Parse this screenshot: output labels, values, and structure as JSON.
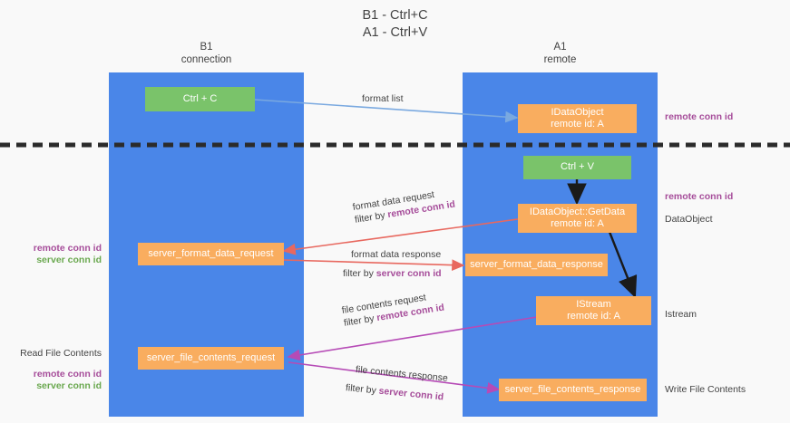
{
  "title": {
    "line1": "B1 - Ctrl+C",
    "line2": "A1 - Ctrl+V"
  },
  "lanes": [
    {
      "id": "b1",
      "name": "B1",
      "role": "connection"
    },
    {
      "id": "a1",
      "name": "A1",
      "role": "remote"
    }
  ],
  "nodes": {
    "ctrl_c": {
      "label": "Ctrl + C"
    },
    "ctrl_v": {
      "label": "Ctrl + V"
    },
    "idataobject": {
      "line1": "IDataObject",
      "line2": "remote id: A"
    },
    "idataobject_getdata": {
      "line1": "IDataObject::GetData",
      "line2": "remote id: A"
    },
    "istream": {
      "line1": "IStream",
      "line2": "remote id: A"
    },
    "server_format_data_request": {
      "label": "server_format_data_request"
    },
    "server_format_data_response": {
      "label": "server_format_data_response"
    },
    "server_file_contents_request": {
      "label": "server_file_contents_request"
    },
    "server_file_contents_response": {
      "label": "server_file_contents_response"
    }
  },
  "edges": {
    "format_list": {
      "label": "format list"
    },
    "format_data_request": {
      "line1": "format data request",
      "filter_prefix": "filter by ",
      "filter_key": "remote conn id"
    },
    "format_data_response": {
      "line1": "format data response",
      "filter_prefix": "filter by ",
      "filter_key": "server conn id"
    },
    "file_contents_request": {
      "line1": "file contents request",
      "filter_prefix": "filter by ",
      "filter_key": "remote conn id"
    },
    "file_contents_response": {
      "line1": "file contents response",
      "filter_prefix": "filter by ",
      "filter_key": "server conn id"
    }
  },
  "annotations": {
    "right_top_remote_conn_id": "remote conn id",
    "right_mid_remote_conn_id": "remote conn id",
    "right_dataobject": "DataObject",
    "right_istream": "Istream",
    "right_write_file_contents": "Write File Contents",
    "left_remote_conn_id": "remote conn id",
    "left_server_conn_id": "server conn id",
    "left_read_file_contents": "Read File Contents",
    "left_bottom_remote_conn_id": "remote conn id",
    "left_bottom_server_conn_id": "server conn id"
  },
  "colors": {
    "lane": "#4a86e8",
    "node_green": "#7ac36a",
    "node_orange": "#f9ad5f",
    "remote_conn_id": "#a64d9a",
    "server_conn_id": "#6aa84f",
    "arrow_blue": "#7aa9e0",
    "arrow_red": "#e8685f",
    "arrow_magenta": "#b64bb6",
    "arrow_black": "#1a1a1a",
    "divider": "#2b2b2b",
    "background": "#f9f9f9"
  }
}
